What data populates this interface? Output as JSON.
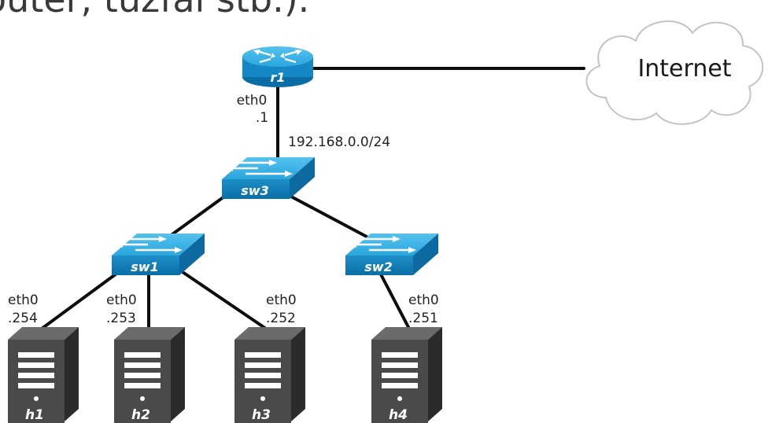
{
  "heading": "outer, tűzfal stb.).",
  "cloud": {
    "label": "Internet"
  },
  "router": {
    "name": "r1",
    "iface": "eth0",
    "addr": ".1"
  },
  "subnet": "192.168.0.0/24",
  "switches": [
    {
      "name": "sw3"
    },
    {
      "name": "sw1"
    },
    {
      "name": "sw2"
    }
  ],
  "hosts": [
    {
      "name": "h1",
      "iface": "eth0",
      "addr": ".254"
    },
    {
      "name": "h2",
      "iface": "eth0",
      "addr": ".253"
    },
    {
      "name": "h3",
      "iface": "eth0",
      "addr": ".252"
    },
    {
      "name": "h4",
      "iface": "eth0",
      "addr": ".251"
    }
  ],
  "colors": {
    "device_blue": "#1b9cd8",
    "device_dark": "#0a6ea4",
    "server_gray": "#444444",
    "link": "#0d0d0d"
  }
}
